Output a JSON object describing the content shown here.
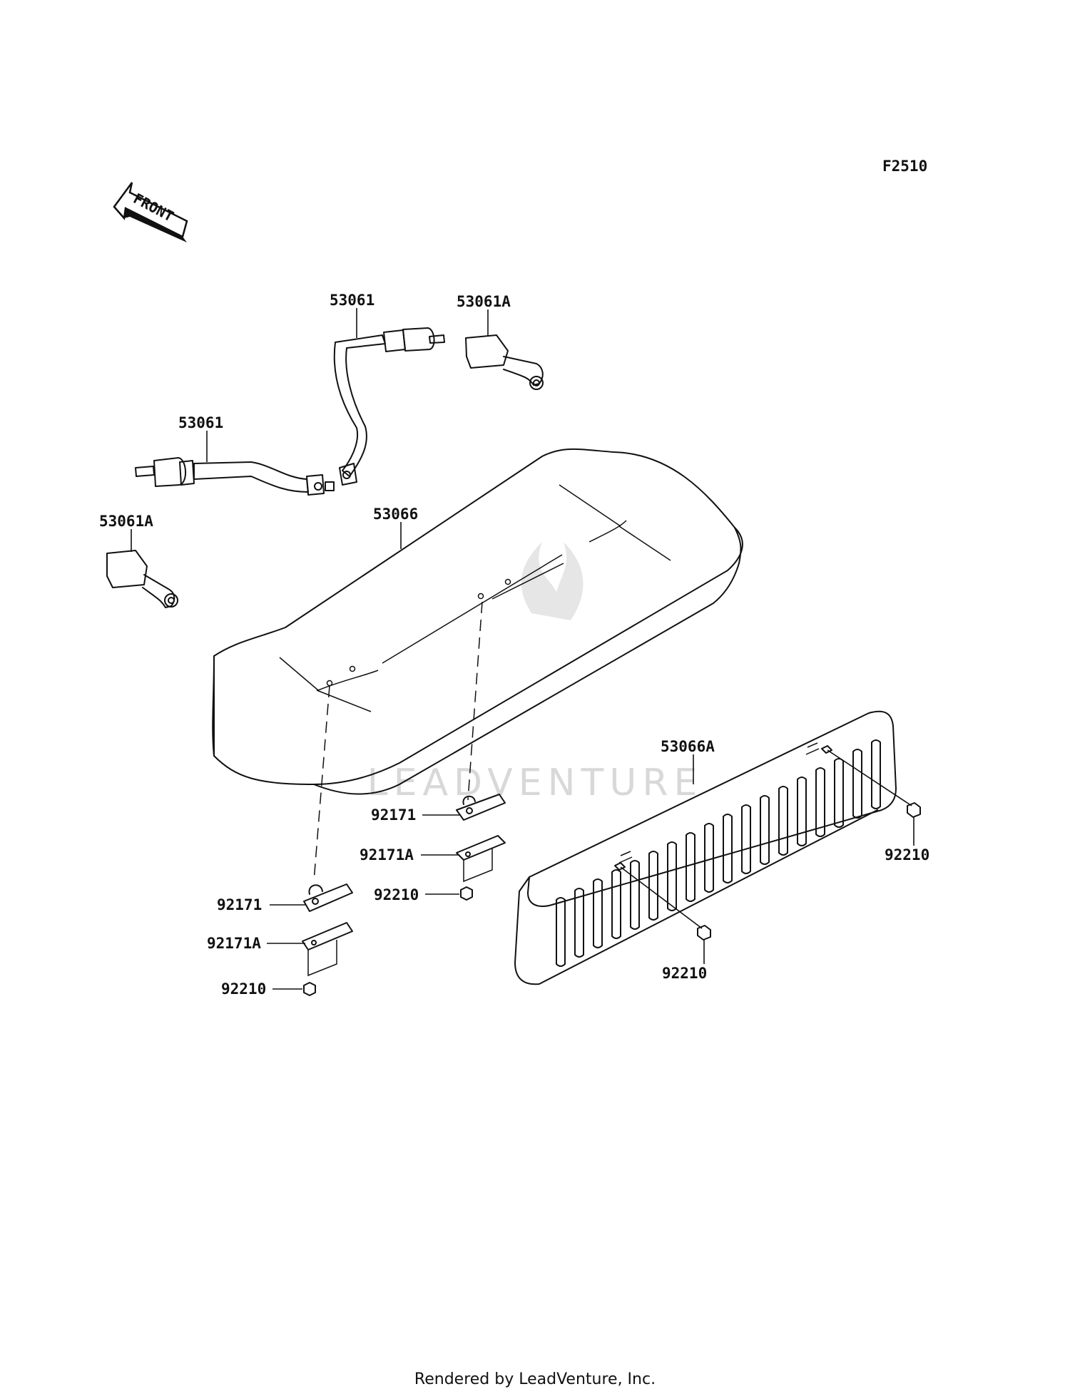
{
  "diagram_code": "F2510",
  "front_label": "FRONT",
  "watermark": "LEADVENTURE",
  "footer": "Rendered by LeadVenture, Inc.",
  "callouts": {
    "belt_upper": "53061",
    "buckle_upper": "53061A",
    "belt_left": "53061",
    "buckle_left": "53061A",
    "seat": "53066",
    "backrest": "53066A",
    "bracket_center": "92171",
    "plate_center": "92171A",
    "nut_center": "92210",
    "bracket_left": "92171",
    "plate_left": "92171A",
    "nut_left": "92210",
    "nut_right": "92210",
    "nut_backrest": "92210"
  }
}
